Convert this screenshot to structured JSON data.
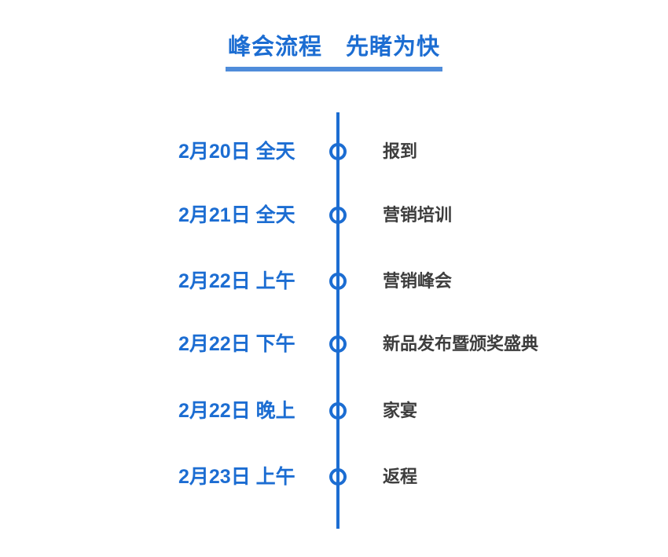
{
  "page": {
    "title": "峰会流程　先睹为快"
  },
  "colors": {
    "primary_blue": "#1c6dd2",
    "title_underline": "#4f8cda",
    "event_text": "#3d3d3d",
    "background": "#ffffff"
  },
  "timeline": {
    "items": [
      {
        "date": "2月20日 全天",
        "event": "报到"
      },
      {
        "date": "2月21日 全天",
        "event": "营销培训"
      },
      {
        "date": "2月22日 上午",
        "event": "营销峰会"
      },
      {
        "date": "2月22日 下午",
        "event": "新品发布暨颁奖盛典"
      },
      {
        "date": "2月22日 晚上",
        "event": "家宴"
      },
      {
        "date": "2月23日 上午",
        "event": "返程"
      }
    ]
  }
}
